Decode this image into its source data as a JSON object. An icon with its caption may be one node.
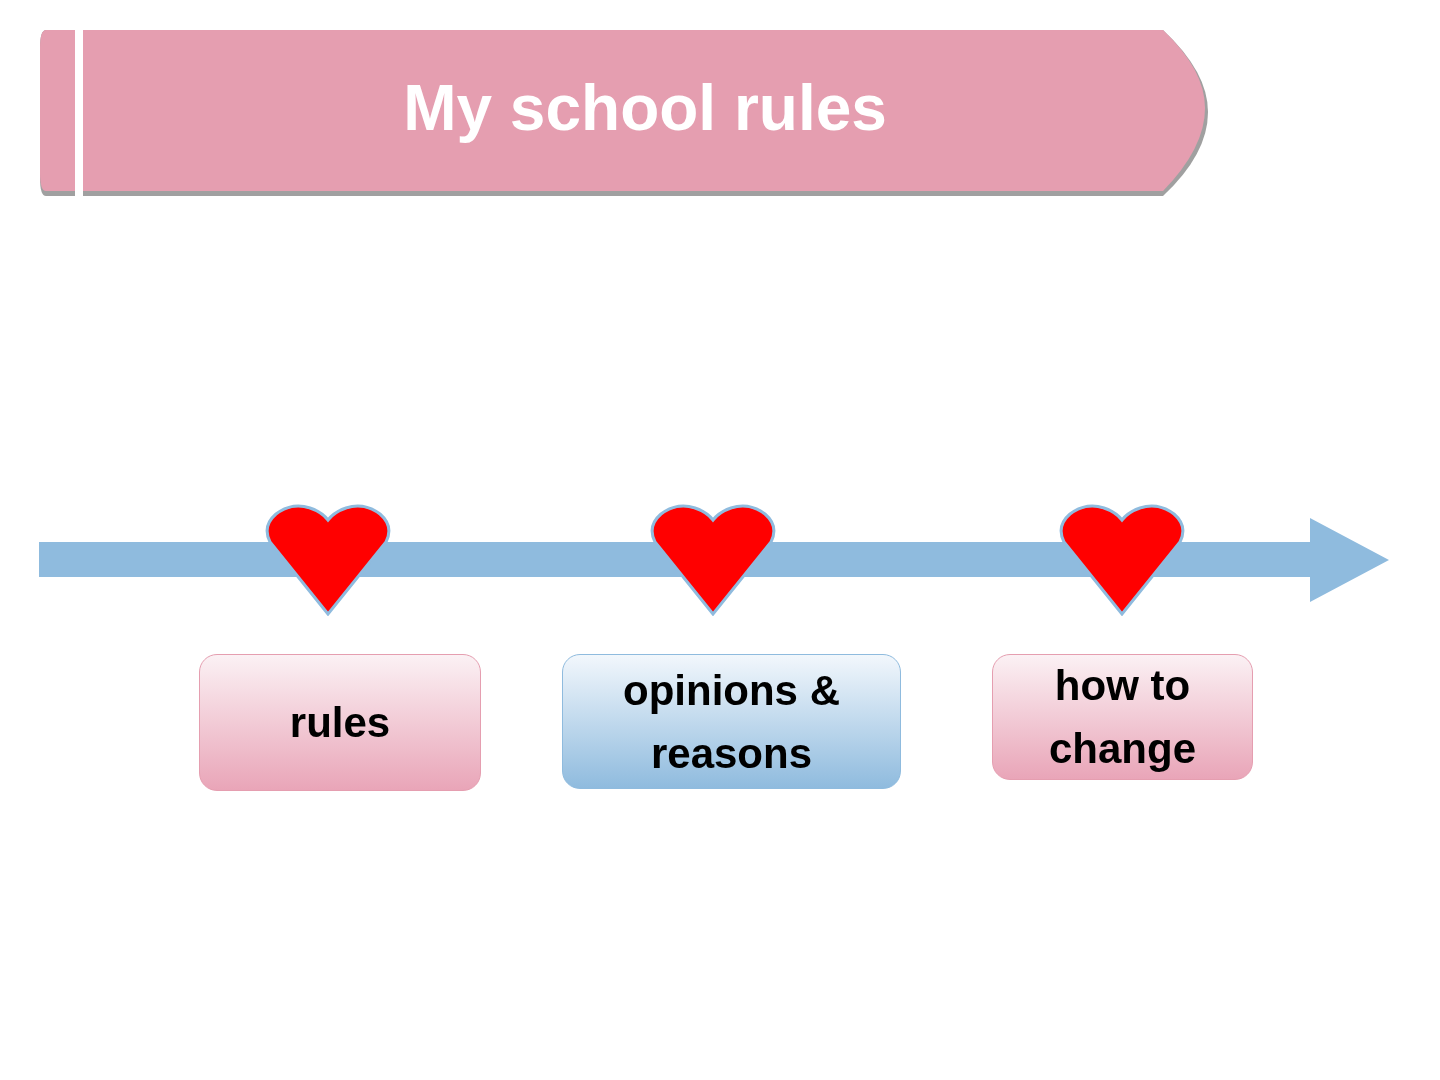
{
  "diagram": {
    "title": "My school rules",
    "nodes": [
      {
        "text": [
          "rules"
        ]
      },
      {
        "text": [
          "opinions & reasons"
        ]
      },
      {
        "text": [
          "how to change"
        ]
      }
    ]
  }
}
